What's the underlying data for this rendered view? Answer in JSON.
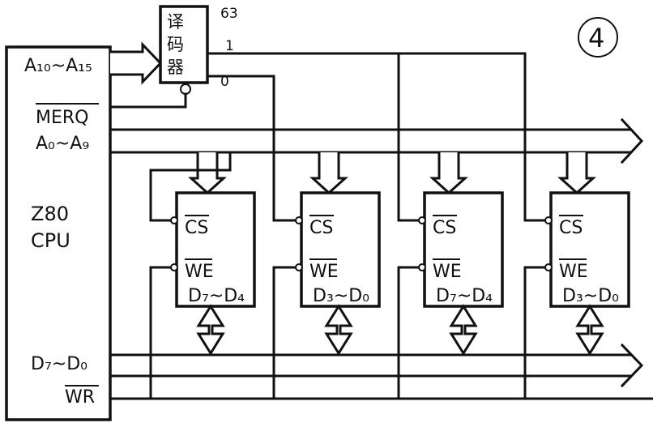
{
  "figure_number": "4",
  "cpu": {
    "name_line1": "Z80",
    "name_line2": "CPU",
    "pin_high_address": "A₁₀~A₁₅",
    "pin_merq": "MERQ",
    "pin_low_address": "A₀~A₉",
    "pin_data": "D₇~D₀",
    "pin_wr": "WR"
  },
  "decoder": {
    "line1": "译",
    "line2": "码",
    "line3": "器",
    "output_top": "63",
    "output_1": "1",
    "output_0": "0"
  },
  "chips": [
    {
      "cs": "CS",
      "we": "WE",
      "data": "D₇~D₄"
    },
    {
      "cs": "CS",
      "we": "WE",
      "data": "D₃~D₀"
    },
    {
      "cs": "CS",
      "we": "WE",
      "data": "D₇~D₄"
    },
    {
      "cs": "CS",
      "we": "WE",
      "data": "D₃~D₀"
    }
  ]
}
